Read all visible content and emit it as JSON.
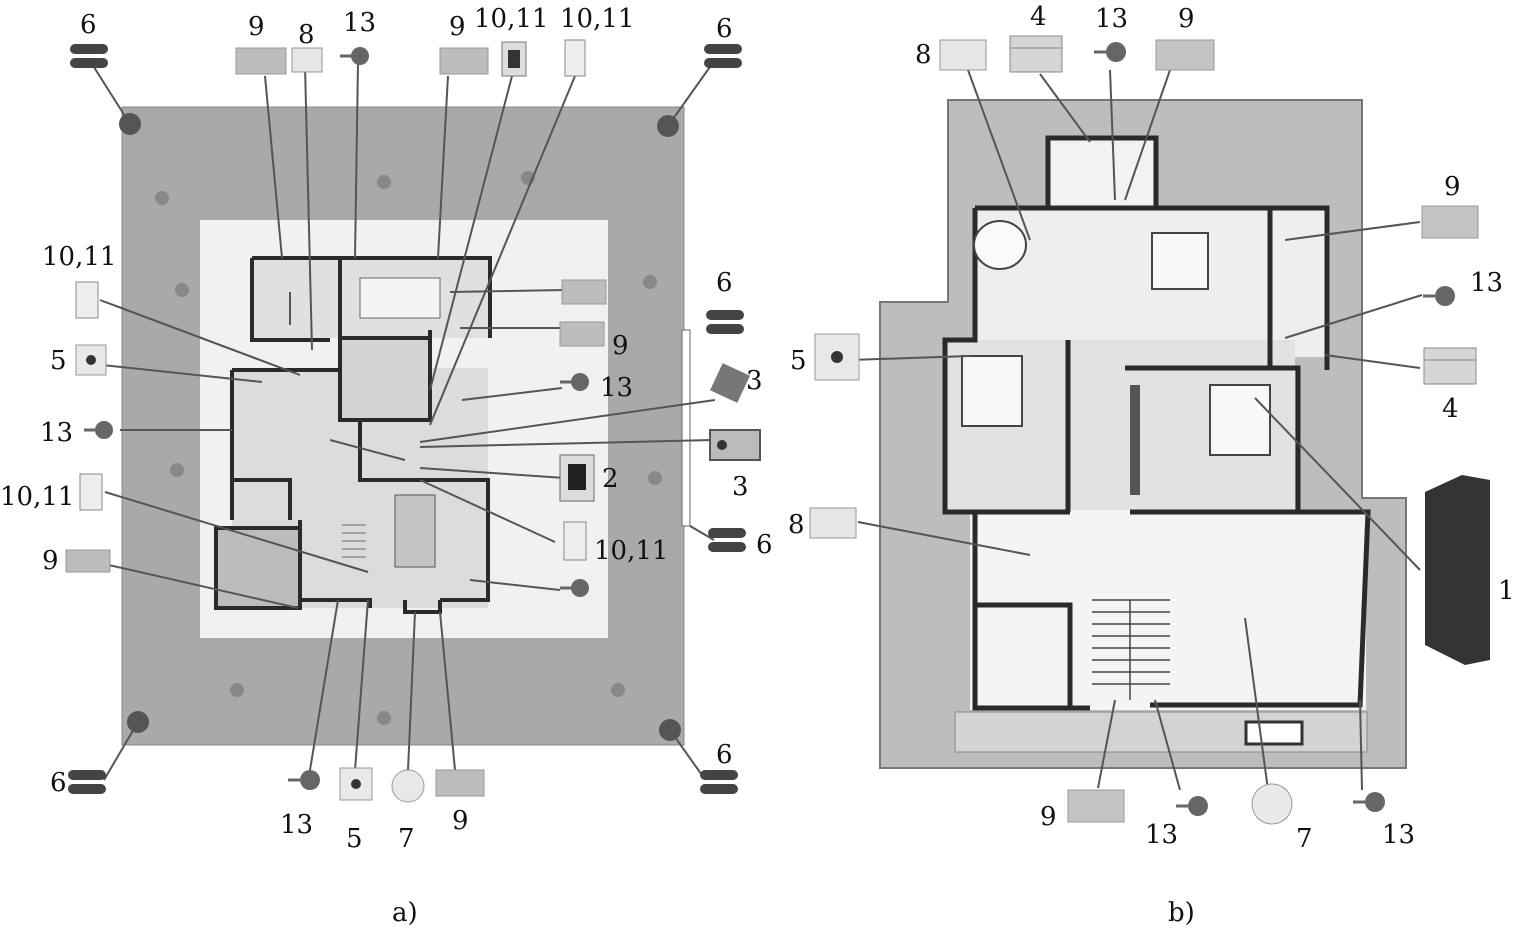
{
  "colors": {
    "outer_ground": "#a9a9a9",
    "inner_yard": "#f1f1f1",
    "house": "#d6d6d6",
    "wall": "#2a2a2a",
    "roof": "#b8b8b8",
    "line": "#555555",
    "device_dark": "#333333"
  },
  "panels": [
    {
      "caption": "a)"
    },
    {
      "caption": "b)"
    }
  ],
  "callouts_a": [
    "6",
    "9",
    "8",
    "13",
    "9",
    "10,11",
    "10,11",
    "6",
    "10,11",
    "5",
    "13",
    "10,11",
    "9",
    "6",
    "9",
    "13",
    "3",
    "3",
    "2",
    "10,11",
    "6",
    "6",
    "13",
    "5",
    "7",
    "9"
  ],
  "callouts_b": [
    "4",
    "13",
    "9",
    "8",
    "9",
    "13",
    "4",
    "5",
    "1",
    "8",
    "9",
    "13",
    "7",
    "13"
  ],
  "icons": [
    "twin-detector-icon",
    "curtain-sensor-icon",
    "smoke-detector-icon",
    "camera-icon",
    "gas-detector-icon",
    "panic-button-icon",
    "alarm-host-icon",
    "glass-break-icon",
    "dome-camera-icon",
    "siren-icon",
    "door-contact-icon",
    "keypad-icon"
  ]
}
